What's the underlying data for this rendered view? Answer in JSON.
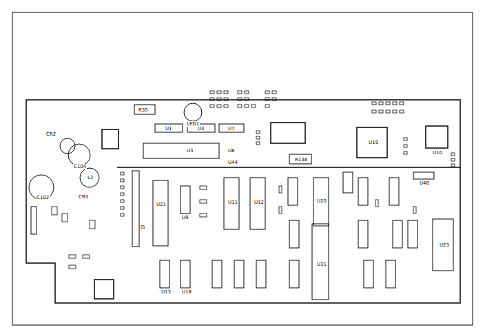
{
  "diagram": {
    "labels": [
      "R35",
      "LED1",
      "U1",
      "U4",
      "U7",
      "U3",
      "U8",
      "U44",
      "R138",
      "U19",
      "C104",
      "L2",
      "C102",
      "CR3",
      "CR2",
      "J5",
      "U21",
      "U9",
      "U11",
      "U12",
      "U20",
      "U31",
      "U23",
      "U13",
      "U18",
      "U10",
      "U48"
    ]
  }
}
